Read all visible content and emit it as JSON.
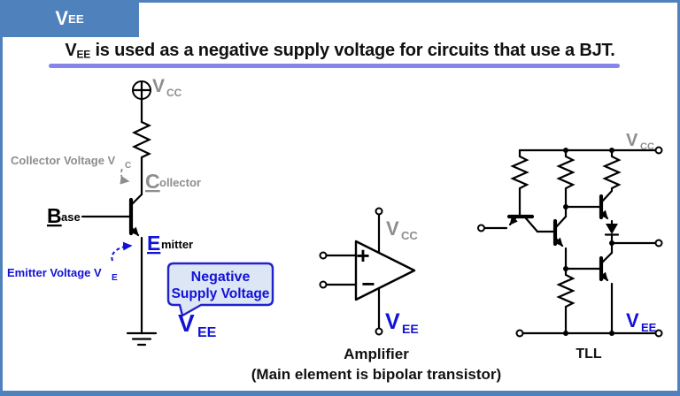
{
  "colors": {
    "accent_blue": "#4f81bd",
    "underline_purple": "#8585ea",
    "label_gray": "#8e8e8e",
    "circuit_blue": "#1212d6",
    "callout_fill": "#dce6f5"
  },
  "tab": {
    "v": "V",
    "sub": "EE"
  },
  "title": {
    "v": "V",
    "sub": "EE",
    "rest": " is used as a negative supply voltage for circuits that use a BJT."
  },
  "bjt": {
    "vcc": {
      "v": "V",
      "sub": "CC"
    },
    "vee": {
      "v": "V",
      "sub": "EE"
    },
    "collector_voltage": {
      "text": "Collector Voltage V",
      "sub": "C"
    },
    "emitter_voltage": {
      "text": "Emitter Voltage V",
      "sub": "E"
    },
    "collector": {
      "initial": "C",
      "rest": "ollector"
    },
    "base": {
      "initial": "B",
      "rest": "ase"
    },
    "emitter": {
      "initial": "E",
      "rest": "mitter"
    },
    "callout": {
      "line1": "Negative",
      "line2": "Supply Voltage"
    }
  },
  "amplifier": {
    "vcc": {
      "v": "V",
      "sub": "CC"
    },
    "vee": {
      "v": "V",
      "sub": "EE"
    },
    "plus": "+",
    "minus": "−",
    "caption1": "Amplifier",
    "caption2": "(Main element is bipolar transistor)"
  },
  "ttl": {
    "vcc": {
      "v": "V",
      "sub": "CC"
    },
    "vee": {
      "v": "V",
      "sub": "EE"
    },
    "caption": "TLL"
  }
}
